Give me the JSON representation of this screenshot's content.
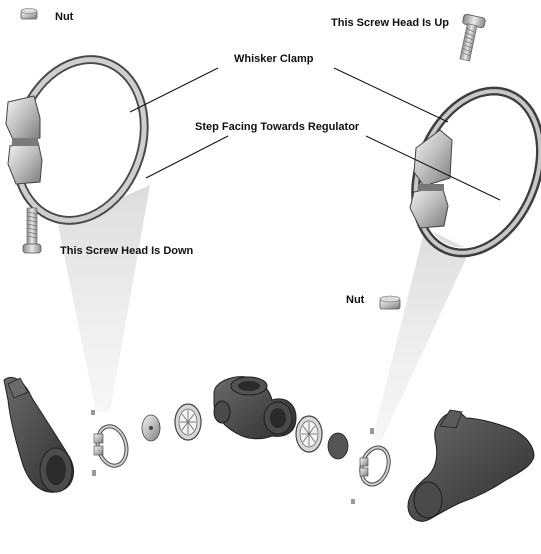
{
  "labels": {
    "nut_top": "Nut",
    "screw_up": "This Screw Head Is Up",
    "whisker_clamp": "Whisker Clamp",
    "step_facing": "Step Facing Towards Regulator",
    "screw_down": "This Screw Head Is Down",
    "nut_right": "Nut"
  },
  "colors": {
    "metal_light": "#e6e6e6",
    "metal_mid": "#b5b5b5",
    "metal_dark": "#6e6e6e",
    "rubber": "#3c3c3c",
    "rubber_light": "#5a5a5a",
    "beam": "#ececec",
    "line": "#111111"
  }
}
